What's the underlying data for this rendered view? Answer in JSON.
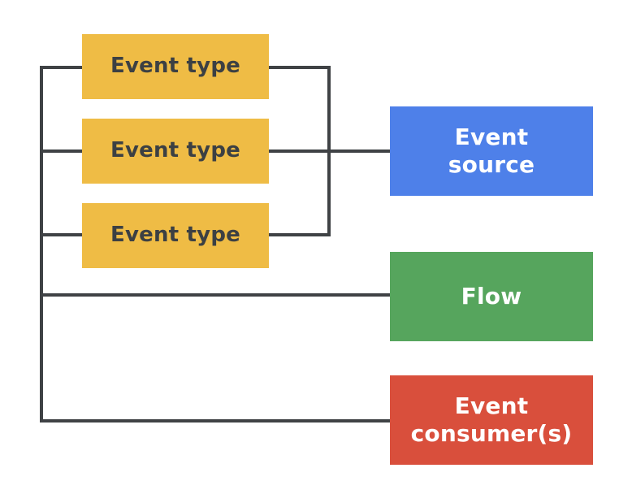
{
  "diagram": {
    "background_color": "#FFFFFF",
    "line_color": "#3F4245",
    "nodes": [
      {
        "id": "event-type-1",
        "label": "Event type",
        "lines": [
          "Event type"
        ],
        "fill": "#EFBC45",
        "text_color": "#3C4043"
      },
      {
        "id": "event-type-2",
        "label": "Event type",
        "lines": [
          "Event type"
        ],
        "fill": "#EFBC45",
        "text_color": "#3C4043"
      },
      {
        "id": "event-type-3",
        "label": "Event type",
        "lines": [
          "Event type"
        ],
        "fill": "#EFBC45",
        "text_color": "#3C4043"
      },
      {
        "id": "event-source",
        "label": "Event source",
        "lines": [
          "Event",
          "source"
        ],
        "fill": "#4E80E9",
        "text_color": "#FFFFFF"
      },
      {
        "id": "flow",
        "label": "Flow",
        "lines": [
          "Flow"
        ],
        "fill": "#56A55D",
        "text_color": "#FFFFFF"
      },
      {
        "id": "event-consumers",
        "label": "Event consumer(s)",
        "lines": [
          "Event",
          "consumer(s)"
        ],
        "fill": "#D94F3C",
        "text_color": "#FFFFFF"
      }
    ],
    "connections": {
      "left_bus_connects": [
        "event-type-1",
        "event-type-2",
        "event-type-3",
        "flow",
        "event-consumers"
      ],
      "right_bus_connects": [
        "event-type-1",
        "event-type-2",
        "event-type-3",
        "event-source"
      ]
    }
  }
}
